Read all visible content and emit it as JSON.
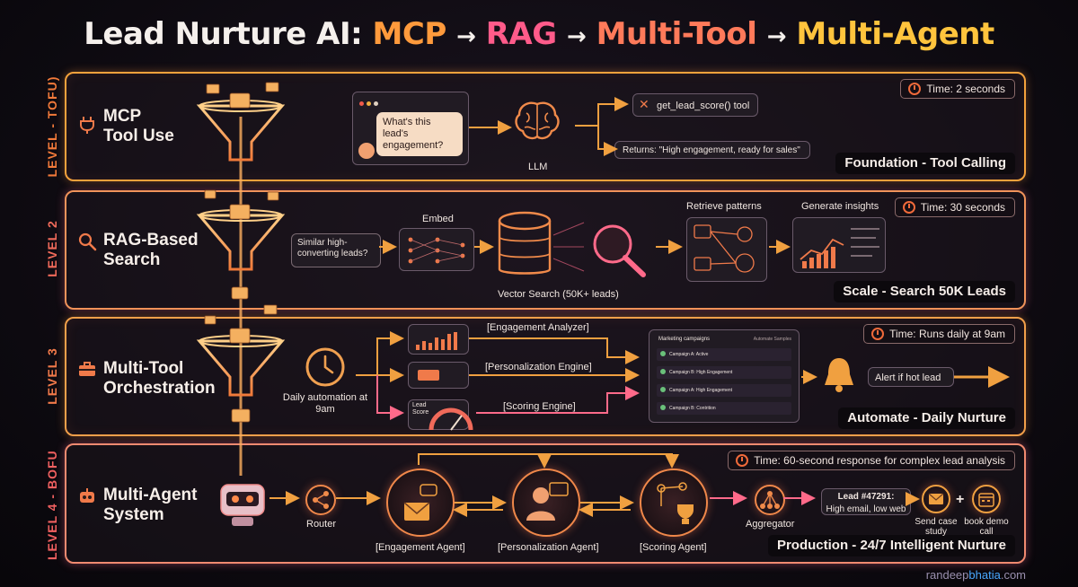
{
  "title": {
    "prefix": "Lead Nurture AI: ",
    "mcp": "MCP",
    "rag": "RAG",
    "multi_tool": "Multi-Tool",
    "multi_agent": "Multi-Agent",
    "arrow": "→"
  },
  "levels": [
    {
      "side_label": "LEVEL - TOFU)",
      "title_line1": "MCP",
      "title_line2": "Tool Use",
      "time": "Time: 2 seconds",
      "footer": "Foundation - Tool Calling",
      "question": "What's this lead's engagement?",
      "llm_label": "LLM",
      "tool_label": "get_lead_score() tool",
      "returns_label": "Returns: \"High engagement, ready for sales\""
    },
    {
      "side_label": "LEVEL 2",
      "title_line1": "RAG-Based",
      "title_line2": "Search",
      "time": "Time: 30 seconds",
      "footer": "Scale - Search 50K Leads",
      "query": "Similar high-converting leads?",
      "embed_label": "Embed",
      "vector_label": "Vector Search (50K+ leads)",
      "retrieve_label": "Retrieve patterns",
      "insights_label": "Generate insights"
    },
    {
      "side_label": "LEVEL 3",
      "title_line1": "Multi-Tool",
      "title_line2": "Orchestration",
      "time": "Time: Runs daily at 9am",
      "footer": "Automate - Daily Nurture",
      "trigger_label": "Daily automation at 9am",
      "tools": [
        "[Engagement Analyzer]",
        "[Personalization Engine]",
        "[Scoring Engine]"
      ],
      "campaign_header": "Marketing campaigns",
      "campaign_header_right": "Automate Samples",
      "campaigns": [
        "Campaign A: Active",
        "Campaign B: High Engagement",
        "Campaign A: High Engagement",
        "Campaign B: Contrition"
      ],
      "lead_score_card": "Lead Score",
      "alert_label": "Alert if hot lead"
    },
    {
      "side_label": "LEVEL 4 - BOFU",
      "title_line1": "Multi-Agent",
      "title_line2": "System",
      "time": "Time: 60-second response for complex lead analysis",
      "footer": "Production - 24/7 Intelligent Nurture",
      "router_label": "Router",
      "agents": [
        "[Engagement Agent]",
        "[Personalization Agent]",
        "[Scoring Agent]"
      ],
      "aggregator_label": "Aggregator",
      "lead_id": "Lead #47291:",
      "lead_desc": "High email, low web",
      "action1": "Send case study",
      "plus": "+",
      "action2": "book demo call"
    }
  ],
  "credit": {
    "part1": "randeep",
    "part2": "bhatia",
    "part3": ".com"
  },
  "colors": {
    "orange": "#f4a23c",
    "pink": "#ff5b8a",
    "yellow": "#ffc43d",
    "bg": "#0d0a10"
  }
}
